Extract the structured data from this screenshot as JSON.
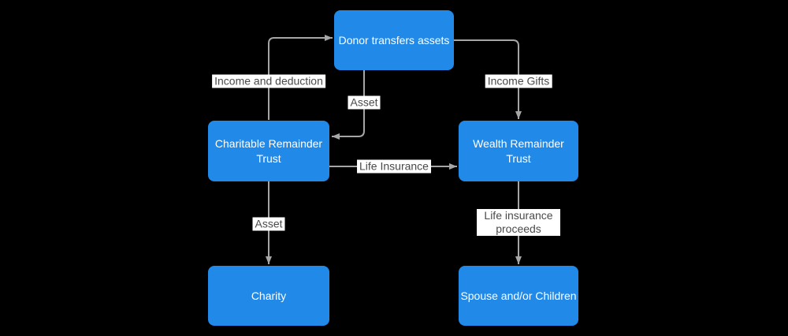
{
  "diagram": {
    "type": "flowchart",
    "colors": {
      "background": "#000000",
      "node_fill": "#2189e8",
      "node_text": "#ffffff",
      "edge_stroke": "#a6a6a6",
      "edge_label_bg": "#ffffff",
      "edge_label_text": "#4a4a4a"
    },
    "nodes": [
      {
        "id": "donor",
        "label": "Donor transfers assets"
      },
      {
        "id": "crt",
        "label": "Charitable Remainder Trust"
      },
      {
        "id": "wrt",
        "label": "Wealth Remainder Trust"
      },
      {
        "id": "charity",
        "label": "Charity"
      },
      {
        "id": "spouse",
        "label": "Spouse and/or Children"
      }
    ],
    "edges": [
      {
        "from": "crt",
        "to": "donor",
        "label": "Income and deduction"
      },
      {
        "from": "donor",
        "to": "crt",
        "label": "Asset"
      },
      {
        "from": "donor",
        "to": "wrt",
        "label": "Income Gifts"
      },
      {
        "from": "crt",
        "to": "wrt",
        "label": "Life Insurance"
      },
      {
        "from": "crt",
        "to": "charity",
        "label": "Asset"
      },
      {
        "from": "wrt",
        "to": "spouse",
        "label": "Life insurance proceeds"
      }
    ]
  }
}
